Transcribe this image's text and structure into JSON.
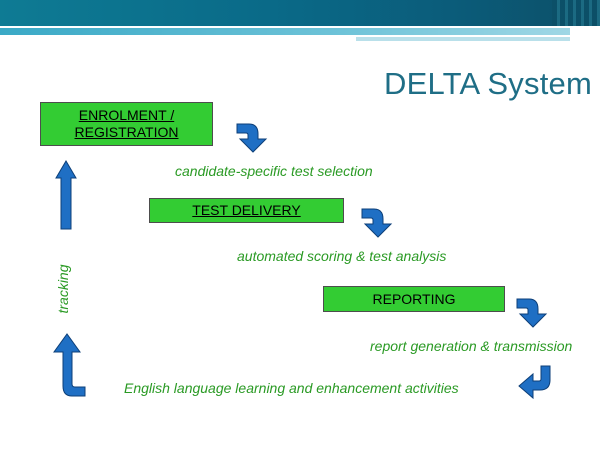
{
  "title": "DELTA System",
  "boxes": {
    "enrolment_line1": "ENROLMENT /",
    "enrolment_line2": "REGISTRATION",
    "test_delivery": "TEST DELIVERY",
    "reporting": "REPORTING"
  },
  "labels": {
    "selection": "candidate-specific test selection",
    "scoring": "automated scoring & test analysis",
    "report_gen": "report generation & transmission",
    "activities": "English language learning and enhancement activities",
    "tracking": "tracking"
  },
  "colors": {
    "box_fill": "#33cc33",
    "label_text": "#2a9a24",
    "title_text": "#1f6e86",
    "arrow_fill": "#1f6fc4",
    "header": "#0a6a88"
  },
  "icons": {
    "curved_arrow": "curved-down-arrow-icon",
    "up_arrow": "up-arrow-icon",
    "left_curved_arrow": "curved-left-arrow-icon",
    "curved_up_arrow": "curved-up-arrow-icon"
  }
}
